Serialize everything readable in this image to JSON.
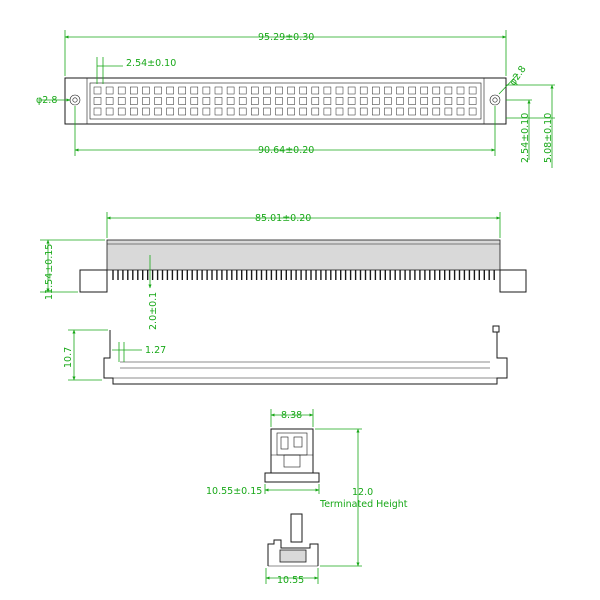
{
  "top_view": {
    "overall_width": "95.29±0.30",
    "pin_pitch": "2.54±0.10",
    "hole_left": "φ2.8",
    "hole_right": "φ2.8",
    "row_pitch": "2.54±0.10",
    "row_span": "5.08±0.10",
    "body_width": "90.64±0.20"
  },
  "side_view_1": {
    "body_length": "85.01±0.20",
    "height": "11.54±0.15",
    "pin_length": "2.0±0.1"
  },
  "side_view_2": {
    "height": "10.7",
    "pitch": "1.27"
  },
  "end_view": {
    "top_width": "8.38",
    "base_width": "10.55±0.15",
    "terminated_height_value": "12.0",
    "terminated_height_label": "Terminated Height",
    "bottom_width": "10.55"
  },
  "colors": {
    "dimension": "#18a818",
    "outline": "#1a1a1a"
  }
}
